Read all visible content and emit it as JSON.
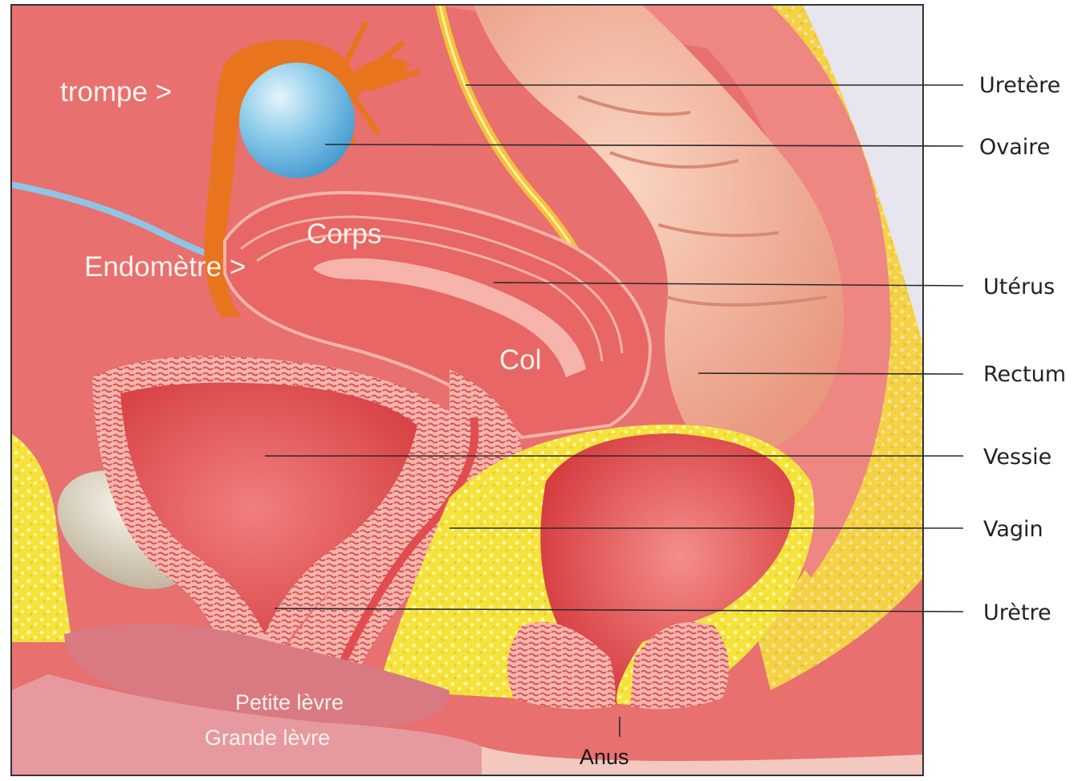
{
  "labels": {
    "right": [
      "Uretère",
      "Ovaire",
      "Utérus",
      "Rectum",
      "Vessie",
      "Vagin",
      "Urètre"
    ],
    "trompe": "trompe >",
    "corps": "Corps",
    "endometre": "Endomètre >",
    "col": "Col",
    "petite_levre": "Petite lèvre",
    "grande_levre": "Grande lèvre",
    "anus": "Anus"
  },
  "colors": {
    "background": "#e8706f",
    "uterus": "#e45f5c",
    "ovary": "#6fb8e3",
    "fallopian_tube": "#e8741e",
    "rectum": "#f2b89c",
    "fat": "#f3e03a",
    "bladder": "#e14d4f",
    "bone": "#e3dcc8"
  }
}
